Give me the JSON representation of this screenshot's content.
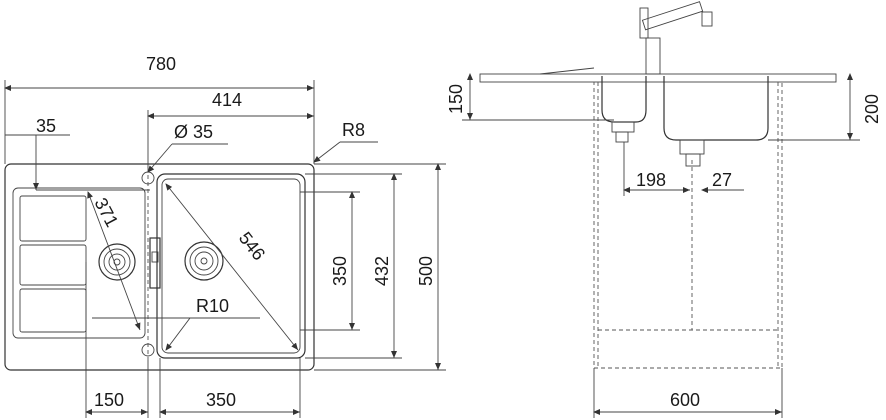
{
  "top_view": {
    "dim_overall_width": "780",
    "dim_bowl_offset": "414",
    "dim_edge": "35",
    "dim_hole": "Ø 35",
    "dim_corner_radius": "R8",
    "dim_inner_radius": "R10",
    "dim_diag_small": "371",
    "dim_diag_large": "546",
    "dim_bowl_height": "350",
    "dim_inner_height": "432",
    "dim_overall_height": "500",
    "dim_small_bowl_width": "150",
    "dim_large_bowl_width": "350"
  },
  "side_view": {
    "dim_depth_left": "150",
    "dim_depth_right": "200",
    "dim_drain_offset": "198",
    "dim_drain_small": "27",
    "dim_cabinet_width": "600"
  },
  "colors": {
    "line": "#333333",
    "text": "#1a1a1a",
    "background": "#ffffff"
  }
}
